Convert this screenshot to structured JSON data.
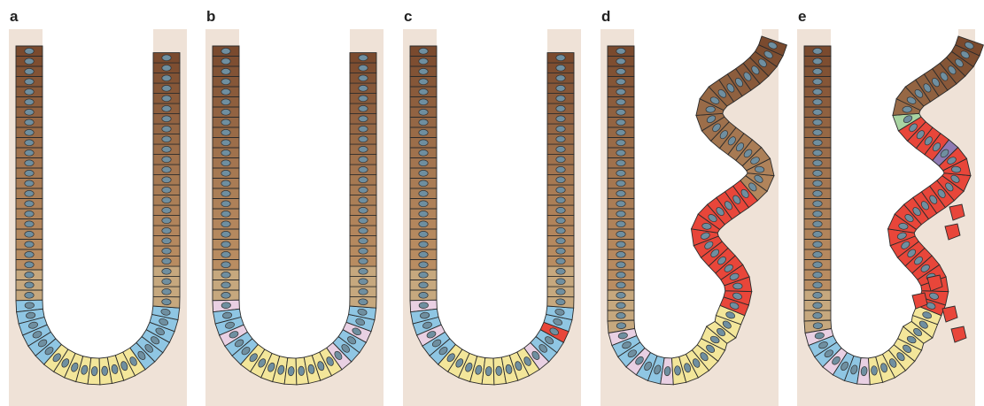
{
  "panels": [
    {
      "label": "a",
      "stage": "normal-crypt"
    },
    {
      "label": "b",
      "stage": "crypt-with-stem-cell-variants"
    },
    {
      "label": "c",
      "stage": "single-mutant-cell"
    },
    {
      "label": "d",
      "stage": "mutant-clone-expansion"
    },
    {
      "label": "e",
      "stage": "invasive-tumour"
    }
  ],
  "colors": {
    "background": "#efe2d7",
    "outline": "#2b2b2b",
    "top_cell": "#7a4a2e",
    "mid_cell": "#b98d62",
    "lower_cell": "#c6a87e",
    "stem_cell": "#8fc6e3",
    "base_cell": "#f3e69a",
    "variant_cell": "#e9d0e3",
    "mutant_cell": "#e8463a",
    "green_cell": "#a9d4a2",
    "purple_cell": "#8f7ab3",
    "nucleus": "#6f8fa0"
  }
}
